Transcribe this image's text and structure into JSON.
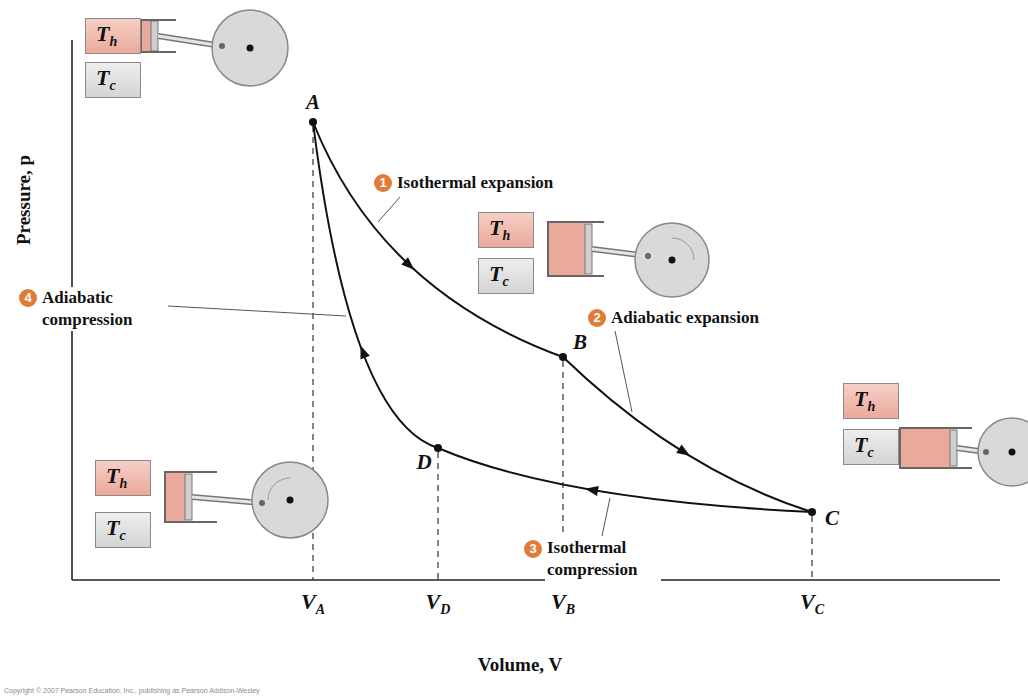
{
  "diagram": {
    "nodes": [
      {
        "text": [
          "Th"
        ]
      },
      {
        "text": [
          "Tc"
        ]
      },
      {
        "text": [
          "Th"
        ]
      },
      {
        "text": [
          "Tc"
        ]
      },
      {
        "text": [
          "Th"
        ]
      },
      {
        "text": [
          "Tc"
        ]
      },
      {
        "text": [
          "Th"
        ]
      },
      {
        "text": [
          "Tc"
        ]
      }
    ],
    "labels": [
      "Pressure, p",
      "Volume, V",
      "VA",
      "VD",
      "VB",
      "VC",
      "A",
      "B",
      "C",
      "D",
      "1",
      "Isothermal expansion",
      "2",
      "Adiabatic expansion",
      "3",
      "Isothermal compression",
      "4",
      "Adiabatic compression",
      "Copyright © 2007 Pearson Education, Inc., publishing as Pearson Addison-Wesley"
    ]
  }
}
